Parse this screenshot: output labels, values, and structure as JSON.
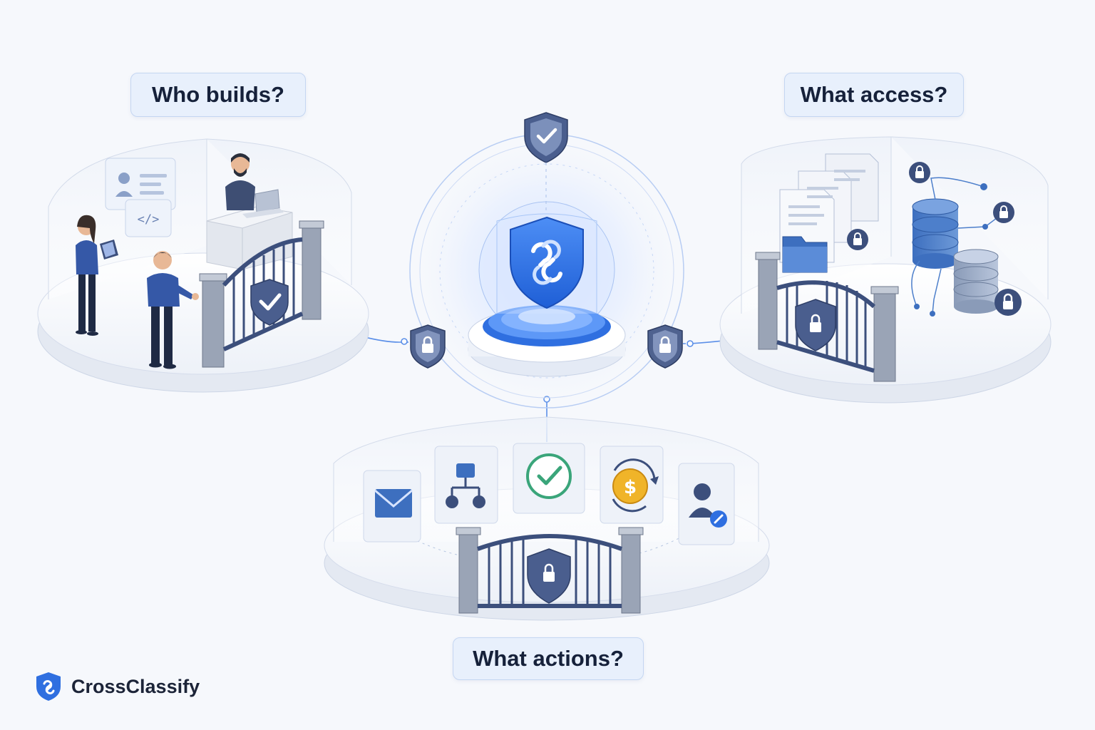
{
  "labels": {
    "who_builds": "Who builds?",
    "what_access": "What access?",
    "what_actions": "What actions?"
  },
  "brand": {
    "name": "CrossClassify",
    "logo_icon": "crossclassify-shield-logo-icon"
  },
  "colors": {
    "accent_blue": "#2f6fe0",
    "navy": "#3c4f7c",
    "label_bg": "#e8f0fc",
    "label_border": "#c4d6f2",
    "text_dark": "#16213a",
    "check_green": "#3aa57a",
    "coin_gold": "#f0b429"
  },
  "icons": {
    "center": "crossclassify-shield-icon",
    "top_badge": "shield-check-icon",
    "connector_left": "shield-lock-icon",
    "connector_right": "shield-lock-icon",
    "actions": [
      "mail-icon",
      "hierarchy-icon",
      "check-circle-icon",
      "dollar-refresh-icon",
      "user-edit-icon"
    ],
    "access": [
      "documents-icon",
      "folder-icon",
      "database-icon",
      "lock-icon"
    ],
    "builders": [
      "people-icon",
      "id-card-icon",
      "code-icon",
      "laptop-icon"
    ]
  }
}
